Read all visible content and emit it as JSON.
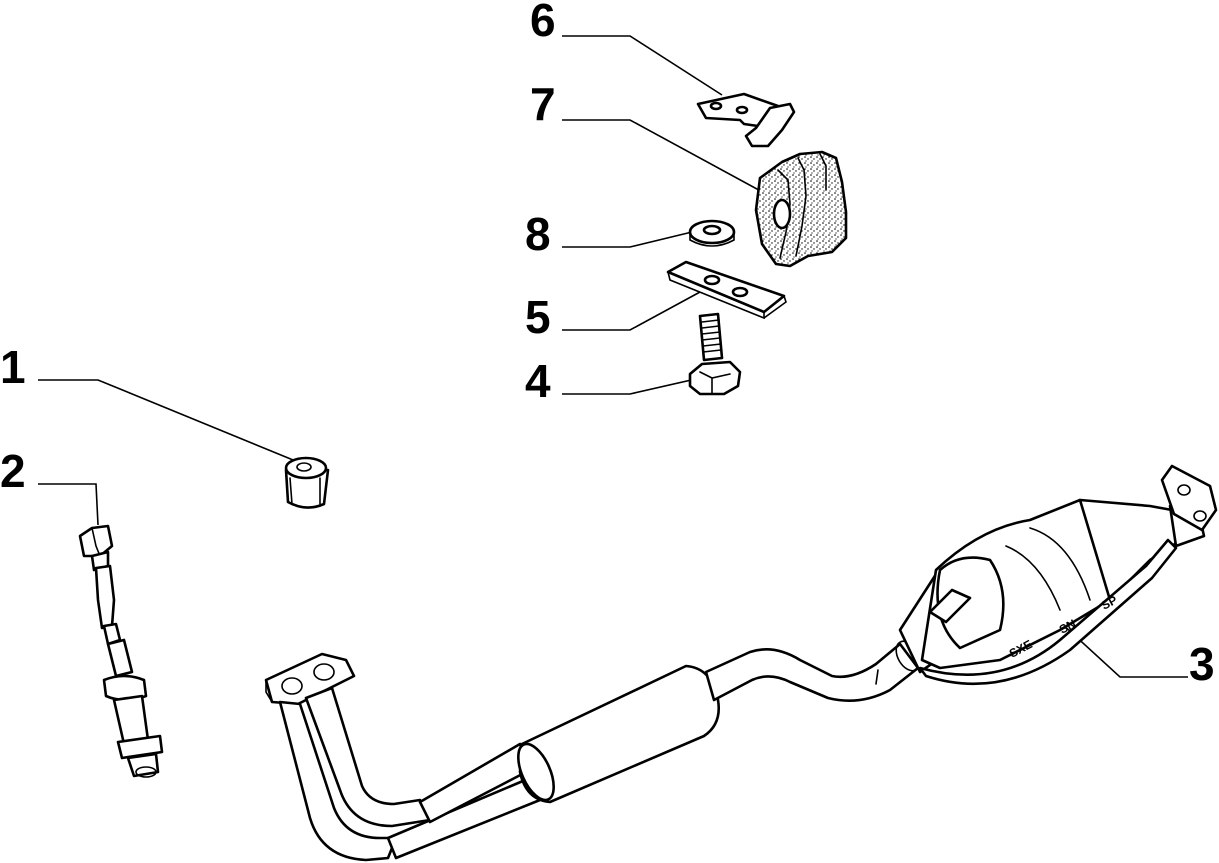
{
  "diagram": {
    "callouts": [
      {
        "id": "1",
        "label": "1"
      },
      {
        "id": "2",
        "label": "2"
      },
      {
        "id": "3",
        "label": "3"
      },
      {
        "id": "4",
        "label": "4"
      },
      {
        "id": "5",
        "label": "5"
      },
      {
        "id": "6",
        "label": "6"
      },
      {
        "id": "7",
        "label": "7"
      },
      {
        "id": "8",
        "label": "8"
      }
    ],
    "stampings": [
      "SXE",
      "SN",
      "SP"
    ]
  }
}
